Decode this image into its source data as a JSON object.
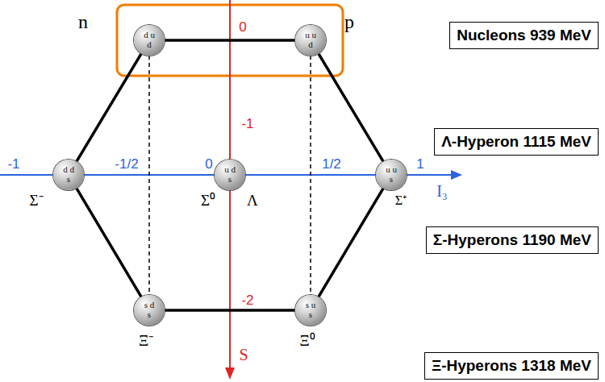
{
  "diagram": {
    "nodes": [
      {
        "text": [
          "d u d",
          "n"
        ]
      },
      {
        "text": [
          "u u d",
          "p"
        ]
      },
      {
        "text": [
          "Nucleons 939 MeV"
        ]
      },
      {
        "text": [
          "Λ-Hyperon 1115 MeV"
        ]
      },
      {
        "text": [
          "d d s",
          "Σ⁻"
        ]
      },
      {
        "text": [
          "u d s",
          "Σ⁰",
          "Λ"
        ]
      },
      {
        "text": [
          "u u s",
          "Σ⁺"
        ]
      },
      {
        "text": [
          "Σ-Hyperons 1190 MeV"
        ]
      },
      {
        "text": [
          "s d s",
          "Ξ⁻"
        ]
      },
      {
        "text": [
          "s u s",
          "Ξ⁰"
        ]
      },
      {
        "text": [
          "Ξ-Hyperons 1318 MeV"
        ]
      }
    ],
    "edges": [
      {
        "from": 0,
        "to": 1,
        "arrow": "none"
      },
      {
        "from": 1,
        "to": 6,
        "arrow": "none"
      },
      {
        "from": 6,
        "to": 9,
        "arrow": "none"
      },
      {
        "from": 9,
        "to": 8,
        "arrow": "none"
      },
      {
        "from": 8,
        "to": 4,
        "arrow": "none"
      },
      {
        "from": 4,
        "to": 0,
        "arrow": "none"
      },
      {
        "from": 0,
        "to": 8,
        "arrow": "none"
      },
      {
        "from": 1,
        "to": 9,
        "arrow": "none"
      }
    ],
    "labels": [
      "0",
      "-1",
      "-2",
      "S",
      "-1",
      "-1/2",
      "0",
      "1/2",
      "1",
      "I₃"
    ]
  }
}
